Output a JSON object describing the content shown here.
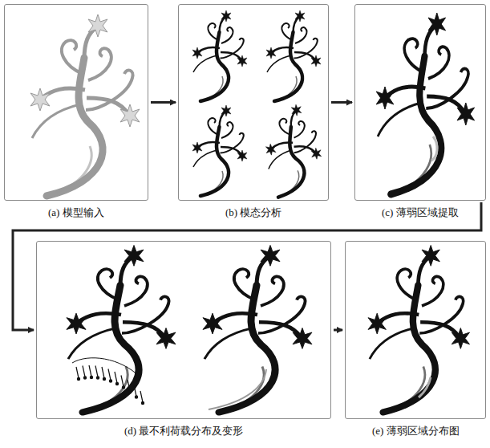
{
  "diagram": {
    "nodes": [
      {
        "text": [
          "(a) 模型输入"
        ]
      },
      {
        "text": [
          "(b) 模态分析"
        ]
      },
      {
        "text": [
          "(c) 薄弱区域提取"
        ]
      },
      {
        "text": [
          "(d) 最不利荷载分布及变形"
        ]
      },
      {
        "text": [
          "(e) 薄弱区域分布图"
        ]
      }
    ],
    "edges": [
      {
        "from": 0,
        "to": 1,
        "arrow": "to"
      },
      {
        "from": 1,
        "to": 2,
        "arrow": "to"
      },
      {
        "from": 2,
        "to": 3,
        "arrow": "to"
      },
      {
        "from": 3,
        "to": 4,
        "arrow": "to"
      }
    ]
  }
}
